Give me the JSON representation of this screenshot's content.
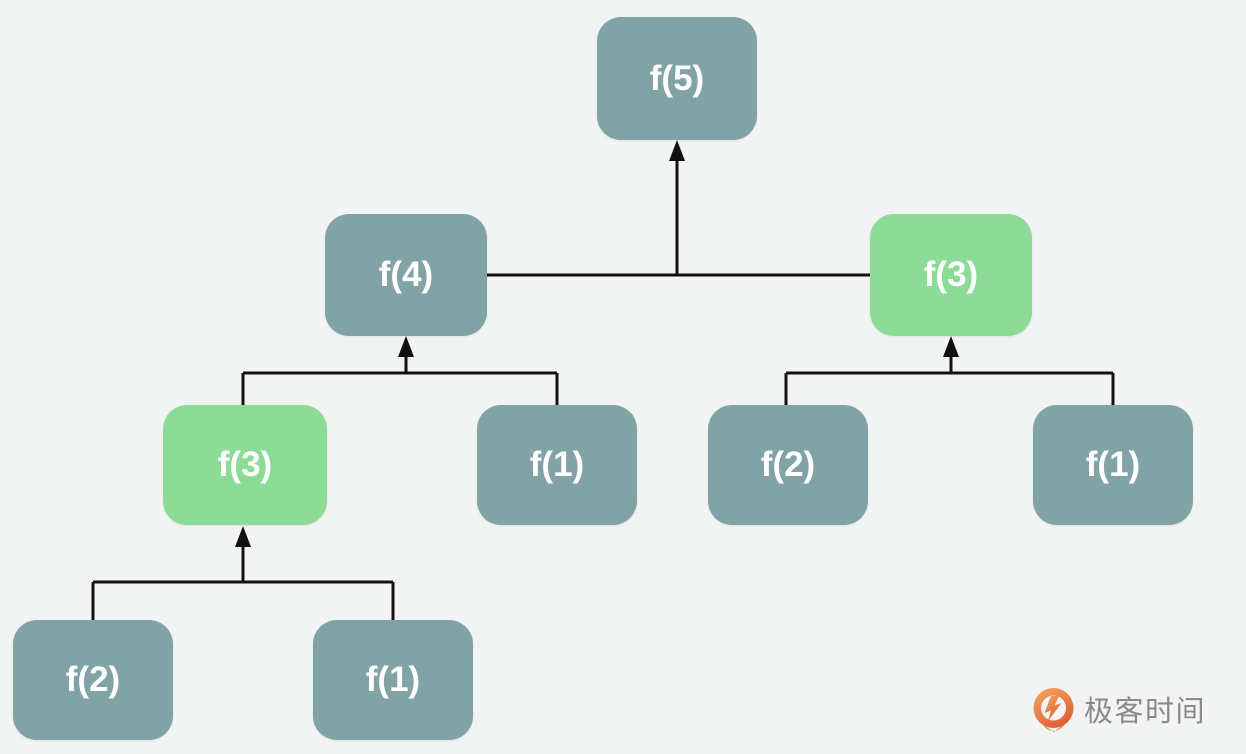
{
  "diagram": {
    "name": "fibonacci-recursion-tree",
    "nodes": [
      {
        "id": "f5",
        "label": "f(5)",
        "variant": "teal"
      },
      {
        "id": "f4",
        "label": "f(4)",
        "variant": "teal"
      },
      {
        "id": "f3-right",
        "label": "f(3)",
        "variant": "green"
      },
      {
        "id": "f3-left",
        "label": "f(3)",
        "variant": "green"
      },
      {
        "id": "f1-mid",
        "label": "f(1)",
        "variant": "teal"
      },
      {
        "id": "f2-right",
        "label": "f(2)",
        "variant": "teal"
      },
      {
        "id": "f1-right",
        "label": "f(1)",
        "variant": "teal"
      },
      {
        "id": "f2-bottom",
        "label": "f(2)",
        "variant": "teal"
      },
      {
        "id": "f1-bottom",
        "label": "f(1)",
        "variant": "teal"
      }
    ],
    "edges": [
      {
        "parent": "f5",
        "children": [
          "f4",
          "f3-right"
        ]
      },
      {
        "parent": "f4",
        "children": [
          "f3-left",
          "f1-mid"
        ]
      },
      {
        "parent": "f3-right",
        "children": [
          "f2-right",
          "f1-right"
        ]
      },
      {
        "parent": "f3-left",
        "children": [
          "f2-bottom",
          "f1-bottom"
        ]
      }
    ],
    "colors": {
      "teal": "#81a3a6",
      "green": "#8cdc98",
      "background": "#f2f4f3",
      "line": "#111111",
      "label_text": "#ffffff"
    }
  },
  "watermark": {
    "brand_text": "极客时间",
    "icon": "geektime-logo-icon",
    "text_color": "#8a8a8a",
    "icon_gradient_top": "#f5a75f",
    "icon_gradient_bottom": "#df6136"
  }
}
